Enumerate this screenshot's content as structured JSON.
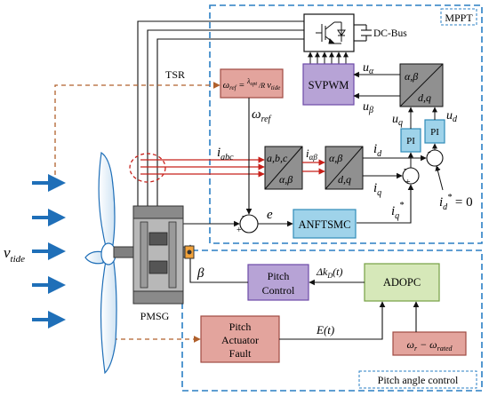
{
  "sections": {
    "mppt": "MPPT",
    "pitch": "Pitch angle control"
  },
  "blocks": {
    "dcbus": "DC-Bus",
    "svpwm": "SVPWM",
    "pi": "PI",
    "anftsmc": "ANFTSMC",
    "pitch_control": [
      "Pitch",
      "Control"
    ],
    "adopc": "ADOPC",
    "fault": [
      "Pitch",
      "Actuator",
      "Fault"
    ],
    "pmsg": "PMSG",
    "clarke": {
      "in": "a,b,c",
      "out": "α,β"
    },
    "park": {
      "in": "α,β",
      "out": "d,q"
    },
    "inv_park": {
      "in": "α,β",
      "out": "d,q"
    }
  },
  "formulas": {
    "omega_ref": "ω_ref = (λ_opt / R) v_tide",
    "speed_error": "ω_r − ω_rated"
  },
  "signals": {
    "tsr": "TSR",
    "omega_ref": "ω_ref",
    "omega_r": "ω_r",
    "e": "e",
    "i_abc": "i_abc",
    "i_alphabeta": "i_αβ",
    "i_d": "i_d",
    "i_q": "i_q",
    "i_q_star": "i_q*",
    "i_d_star": "i_d* = 0",
    "u_alpha": "u_α",
    "u_beta": "u_β",
    "u_q": "u_q",
    "u_d": "u_d",
    "beta": "β",
    "delta_k": "Δk_D(t)",
    "e_t": "E(t)",
    "v_tide": "v_tide"
  },
  "signs": {
    "minus": "-",
    "plus": "+"
  },
  "colors": {
    "blue_dash": "#2a7fc4",
    "purple_fill": "#b7a3d6",
    "purple_stroke": "#6d4aa8",
    "red_fill": "#e3a49d",
    "red_stroke": "#a04a42",
    "green_fill": "#d6e8b9",
    "green_stroke": "#76a043",
    "cyan_fill": "#9fd3ea",
    "cyan_stroke": "#2f8bb8",
    "tide_arrow": "#1f6fb8",
    "red_line": "#c8201a",
    "brown_dash": "#b0602c",
    "gray_block": "#909090"
  }
}
